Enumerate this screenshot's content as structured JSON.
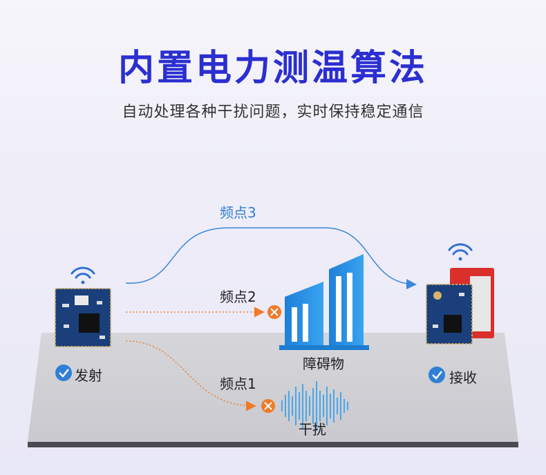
{
  "title": "内置电力测温算法",
  "subtitle": "自动处理各种干扰问题，实时保持稳定通信",
  "paths": {
    "freq3": "频点3",
    "freq2": "频点2",
    "freq1": "频点1"
  },
  "nodes": {
    "transmit_label": "发射",
    "receive_label": "接收",
    "obstacle_label": "障碍物",
    "interference_label": "干扰"
  },
  "colors": {
    "title": "#2b2fd0",
    "path_blue": "#3a86d8",
    "path_orange": "#f07a2a",
    "platform": "#cfcfd3",
    "building": "#2a8fe0"
  }
}
